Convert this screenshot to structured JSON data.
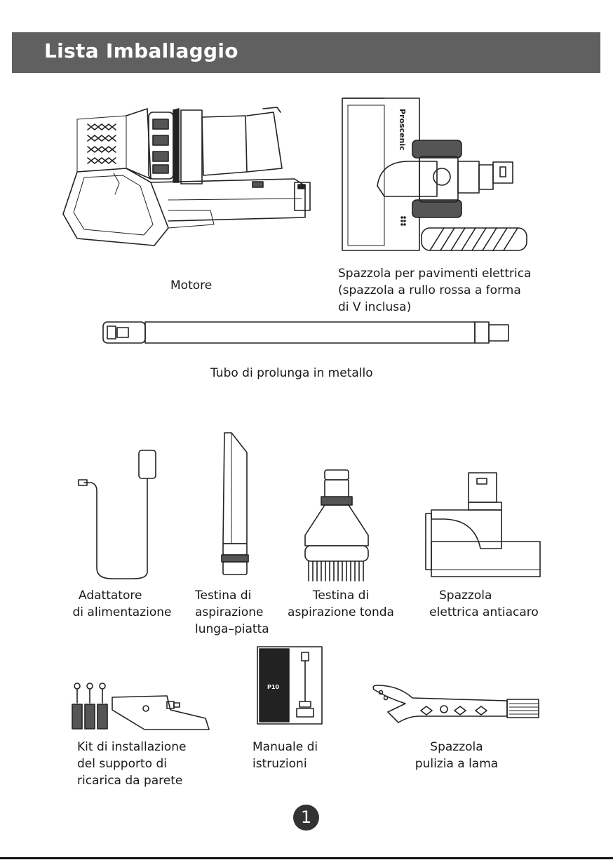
{
  "header": {
    "title": "Lista Imballaggio"
  },
  "items": {
    "motor": {
      "lines": [
        "Motore"
      ]
    },
    "floor_brush": {
      "lines": [
        "Spazzola per pavimenti elettrica",
        "(spazzola a rullo rossa a forma",
        "di V inclusa)"
      ],
      "brand_text": "Proscenic"
    },
    "tube": {
      "lines": [
        "Tubo di prolunga in metallo"
      ]
    },
    "adapter": {
      "lines": [
        "Adattatore",
        "di alimentazione"
      ]
    },
    "crevice": {
      "lines": [
        "Testina di",
        "aspirazione",
        "lunga–piatta"
      ]
    },
    "round": {
      "lines": [
        "Testina di",
        "aspirazione tonda"
      ]
    },
    "mite": {
      "lines": [
        "Spazzola",
        "elettrica antiacaro"
      ]
    },
    "wallkit": {
      "lines": [
        "Kit di installazione",
        "del supporto di",
        "ricarica da parete"
      ]
    },
    "manual": {
      "lines": [
        "Manuale di",
        "istruzioni"
      ],
      "cover_text": "P10"
    },
    "blade": {
      "lines": [
        "Spazzola",
        "pulizia a lama"
      ]
    }
  },
  "page": {
    "number": "1"
  }
}
